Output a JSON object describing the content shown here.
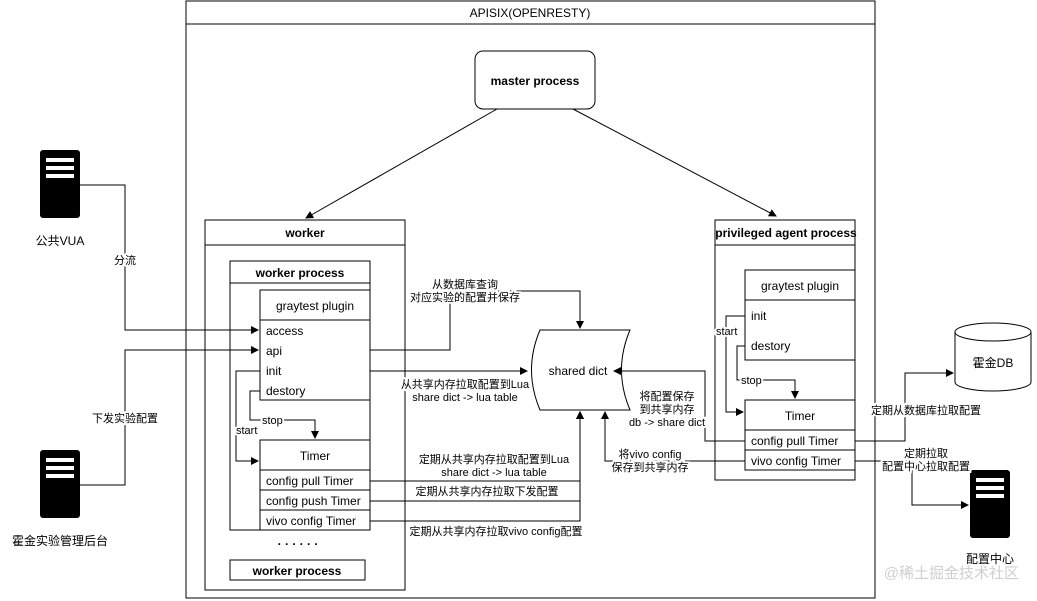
{
  "title": "APISIX(OPENRESTY)",
  "master": "master process",
  "worker": {
    "title": "worker",
    "process": "worker process",
    "plugin": "graytest plugin",
    "phases": [
      "access",
      "api",
      "init",
      "destory"
    ],
    "timer": "Timer",
    "timers": [
      "config pull Timer",
      "config push Timer",
      "vivo config Timer"
    ],
    "dots": "· · · · · ·",
    "process2": "worker process",
    "start": "start",
    "stop": "stop"
  },
  "agent": {
    "title": "privileged agent process",
    "plugin": "graytest plugin",
    "phases": [
      "init",
      "destory"
    ],
    "timer": "Timer",
    "timers": [
      "config pull Timer",
      "vivo config Timer"
    ],
    "start": "start",
    "stop": "stop"
  },
  "shared": "shared dict",
  "db": "霍金DB",
  "external": {
    "vua": "公共VUA",
    "admin": "霍金实验管理后台",
    "config_center": "配置中心"
  },
  "edge_labels": {
    "split": "分流",
    "issue": "下发实验配置",
    "query1": "从数据库查询",
    "query2": "对应实验的配置并保存",
    "pull1": "从共享内存拉取配置到Lua",
    "pull2": "share dict -> lua table",
    "timer_pull1": "定期从共享内存拉取配置到Lua",
    "timer_pull2": "share dict -> lua table",
    "timer_push": "定期从共享内存拉取下发配置",
    "timer_vivo": "定期从共享内存拉取vivo config配置",
    "save1": "将配置保存",
    "save2": "到共享内存",
    "save3": "db -> share dict",
    "vivo_save1": "将vivo config",
    "vivo_save2": "保存到共享内存",
    "db_pull": "定期从数据库拉取配置",
    "cc_pull1": "定期拉取",
    "cc_pull2": "配置中心拉取配置"
  },
  "watermark": "@稀土掘金技术社区"
}
